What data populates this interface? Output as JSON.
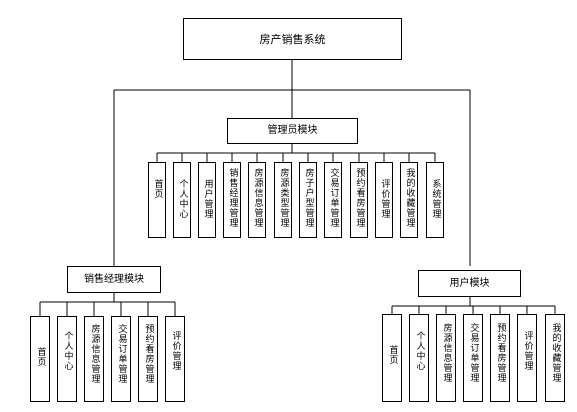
{
  "root": "房产销售系统",
  "admin": {
    "title": "管理员模块",
    "items": [
      "首页",
      "个人中心",
      "用户管理",
      "销售经理管理",
      "房源信息管理",
      "房源类型管理",
      "房子户型管理",
      "交易订单管理",
      "预约看房管理",
      "评价管理",
      "我的收藏管理",
      "系统管理"
    ]
  },
  "sales": {
    "title": "销售经理模块",
    "items": [
      "首页",
      "个人中心",
      "房源信息管理",
      "交易订单管理",
      "预约看房管理",
      "评价管理"
    ]
  },
  "user": {
    "title": "用户模块",
    "items": [
      "首页",
      "个人中心",
      "房源信息管理",
      "交易订单管理",
      "预约看房管理",
      "评价管理",
      "我的收藏管理"
    ]
  }
}
